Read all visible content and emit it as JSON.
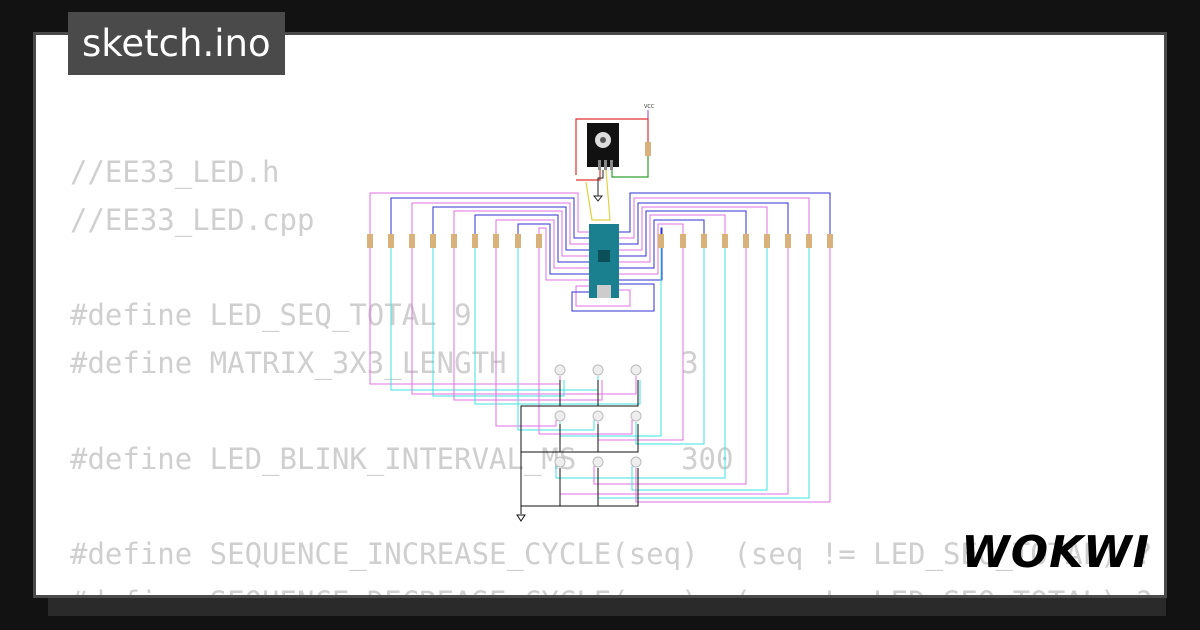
{
  "header": {
    "file_name": "sketch.ino"
  },
  "code_lines": [
    "//EE33_LED.h",
    "//EE33_LED.cpp",
    "",
    "#define LED_SEQ_TOTAL 9",
    "#define MATRIX_3X3_LENGTH          3",
    "",
    "#define LED_BLINK_INTERVAL_MS      300",
    "",
    "#define SEQUENCE_INCREASE_CYCLE(seq)  (seq != LED_SEQ_TOTAL) ? (",
    "#define SEQUENCE_DECREASE_CYCLE(seq)  (seq != LED_SEQ_TOTAL) ? ("
  ],
  "brand": {
    "name": "WOKWI"
  },
  "circuit_labels": {
    "vcc": "VCC"
  },
  "colors": {
    "wire_magenta": "#e070e0",
    "wire_blue": "#3030d0",
    "wire_cyan": "#40e0e0",
    "wire_red": "#e03030",
    "wire_green": "#30a030",
    "wire_yellow": "#e0d040",
    "board": "#1a7f8e"
  }
}
